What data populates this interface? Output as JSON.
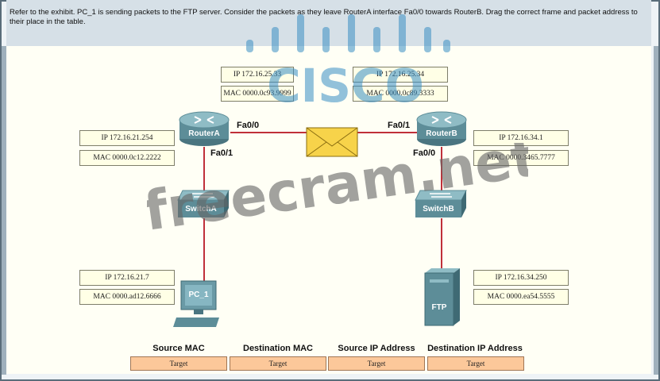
{
  "instruction": "Refer to the exhibit. PC_1 is sending packets to the FTP server. Consider the packets as they leave RouterA interface Fa0/0 towards RouterB. Drag the correct frame and packet address to their place in the table.",
  "devices": {
    "router_a": {
      "name": "RouterA",
      "ip": "IP 172.16.21.254",
      "mac": "MAC 0000.0c12.2222",
      "port_top": "Fa0/0",
      "port_bottom": "Fa0/1"
    },
    "router_a_wan": {
      "ip": "IP 172.16.25.33",
      "mac": "MAC 0000.0c93.9999"
    },
    "router_b": {
      "name": "RouterB",
      "ip": "IP 172.16.34.1",
      "mac": "MAC 0000.3465.7777",
      "port_top": "Fa0/1",
      "port_bottom": "Fa0/0"
    },
    "router_b_wan": {
      "ip": "IP 172.16.25.34",
      "mac": "MAC 0000.0c89.3333"
    },
    "switch_a": {
      "name": "SwitchA"
    },
    "switch_b": {
      "name": "SwitchB"
    },
    "pc": {
      "name": "PC_1",
      "ip": "IP 172.16.21.7",
      "mac": "MAC 0000.ad12.6666"
    },
    "ftp": {
      "name": "FTP",
      "ip": "IP 172.16.34.250",
      "mac": "MAC 0000.ea54.5555"
    }
  },
  "table": {
    "headers": [
      "Source MAC",
      "Destination MAC",
      "Source IP Address",
      "Destination IP Address"
    ],
    "targets": [
      "Target",
      "Target",
      "Target",
      "Target"
    ]
  },
  "watermark": {
    "logo": "CISCO",
    "site": "freecram.net"
  },
  "colors": {
    "link": "#c0303a",
    "target_fill": "#fcc89a",
    "box_fill": "#ffffe6"
  }
}
